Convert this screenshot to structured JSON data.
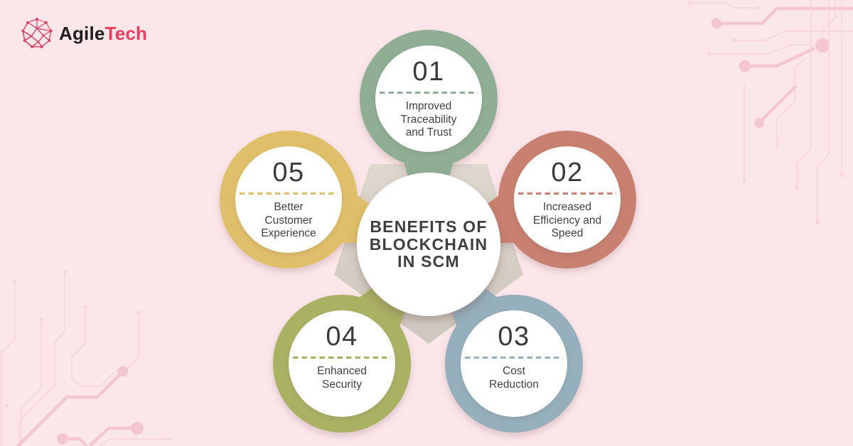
{
  "brand": {
    "name_primary": "Agile",
    "name_secondary": "Tech"
  },
  "diagram": {
    "center_title": "BENEFITS OF BLOCKCHAIN IN SCM",
    "items": [
      {
        "number": "01",
        "label": "Improved Traceability and Trust",
        "color": "#8FAE94"
      },
      {
        "number": "02",
        "label": "Increased Efficiency and Speed",
        "color": "#C8806F"
      },
      {
        "number": "03",
        "label": "Cost Reduction",
        "color": "#95AFBD"
      },
      {
        "number": "04",
        "label": "Enhanced Security",
        "color": "#A9B164"
      },
      {
        "number": "05",
        "label": "Better Customer Experience",
        "color": "#DFBF6A"
      }
    ]
  },
  "colors": {
    "background": "#FBE7EA",
    "pentagon": "#D6CFC6",
    "node_fill": "#FFFFFF",
    "text_dark": "#3D3D3D",
    "circuit_thin": "#F8D5DC",
    "circuit_thick": "#F4C6D0",
    "brand_text": "#1E1E20",
    "brand_accent": "#E63E5C",
    "brand_icon_dark": "#BE1D44",
    "brand_icon_light": "#F06A7D"
  }
}
